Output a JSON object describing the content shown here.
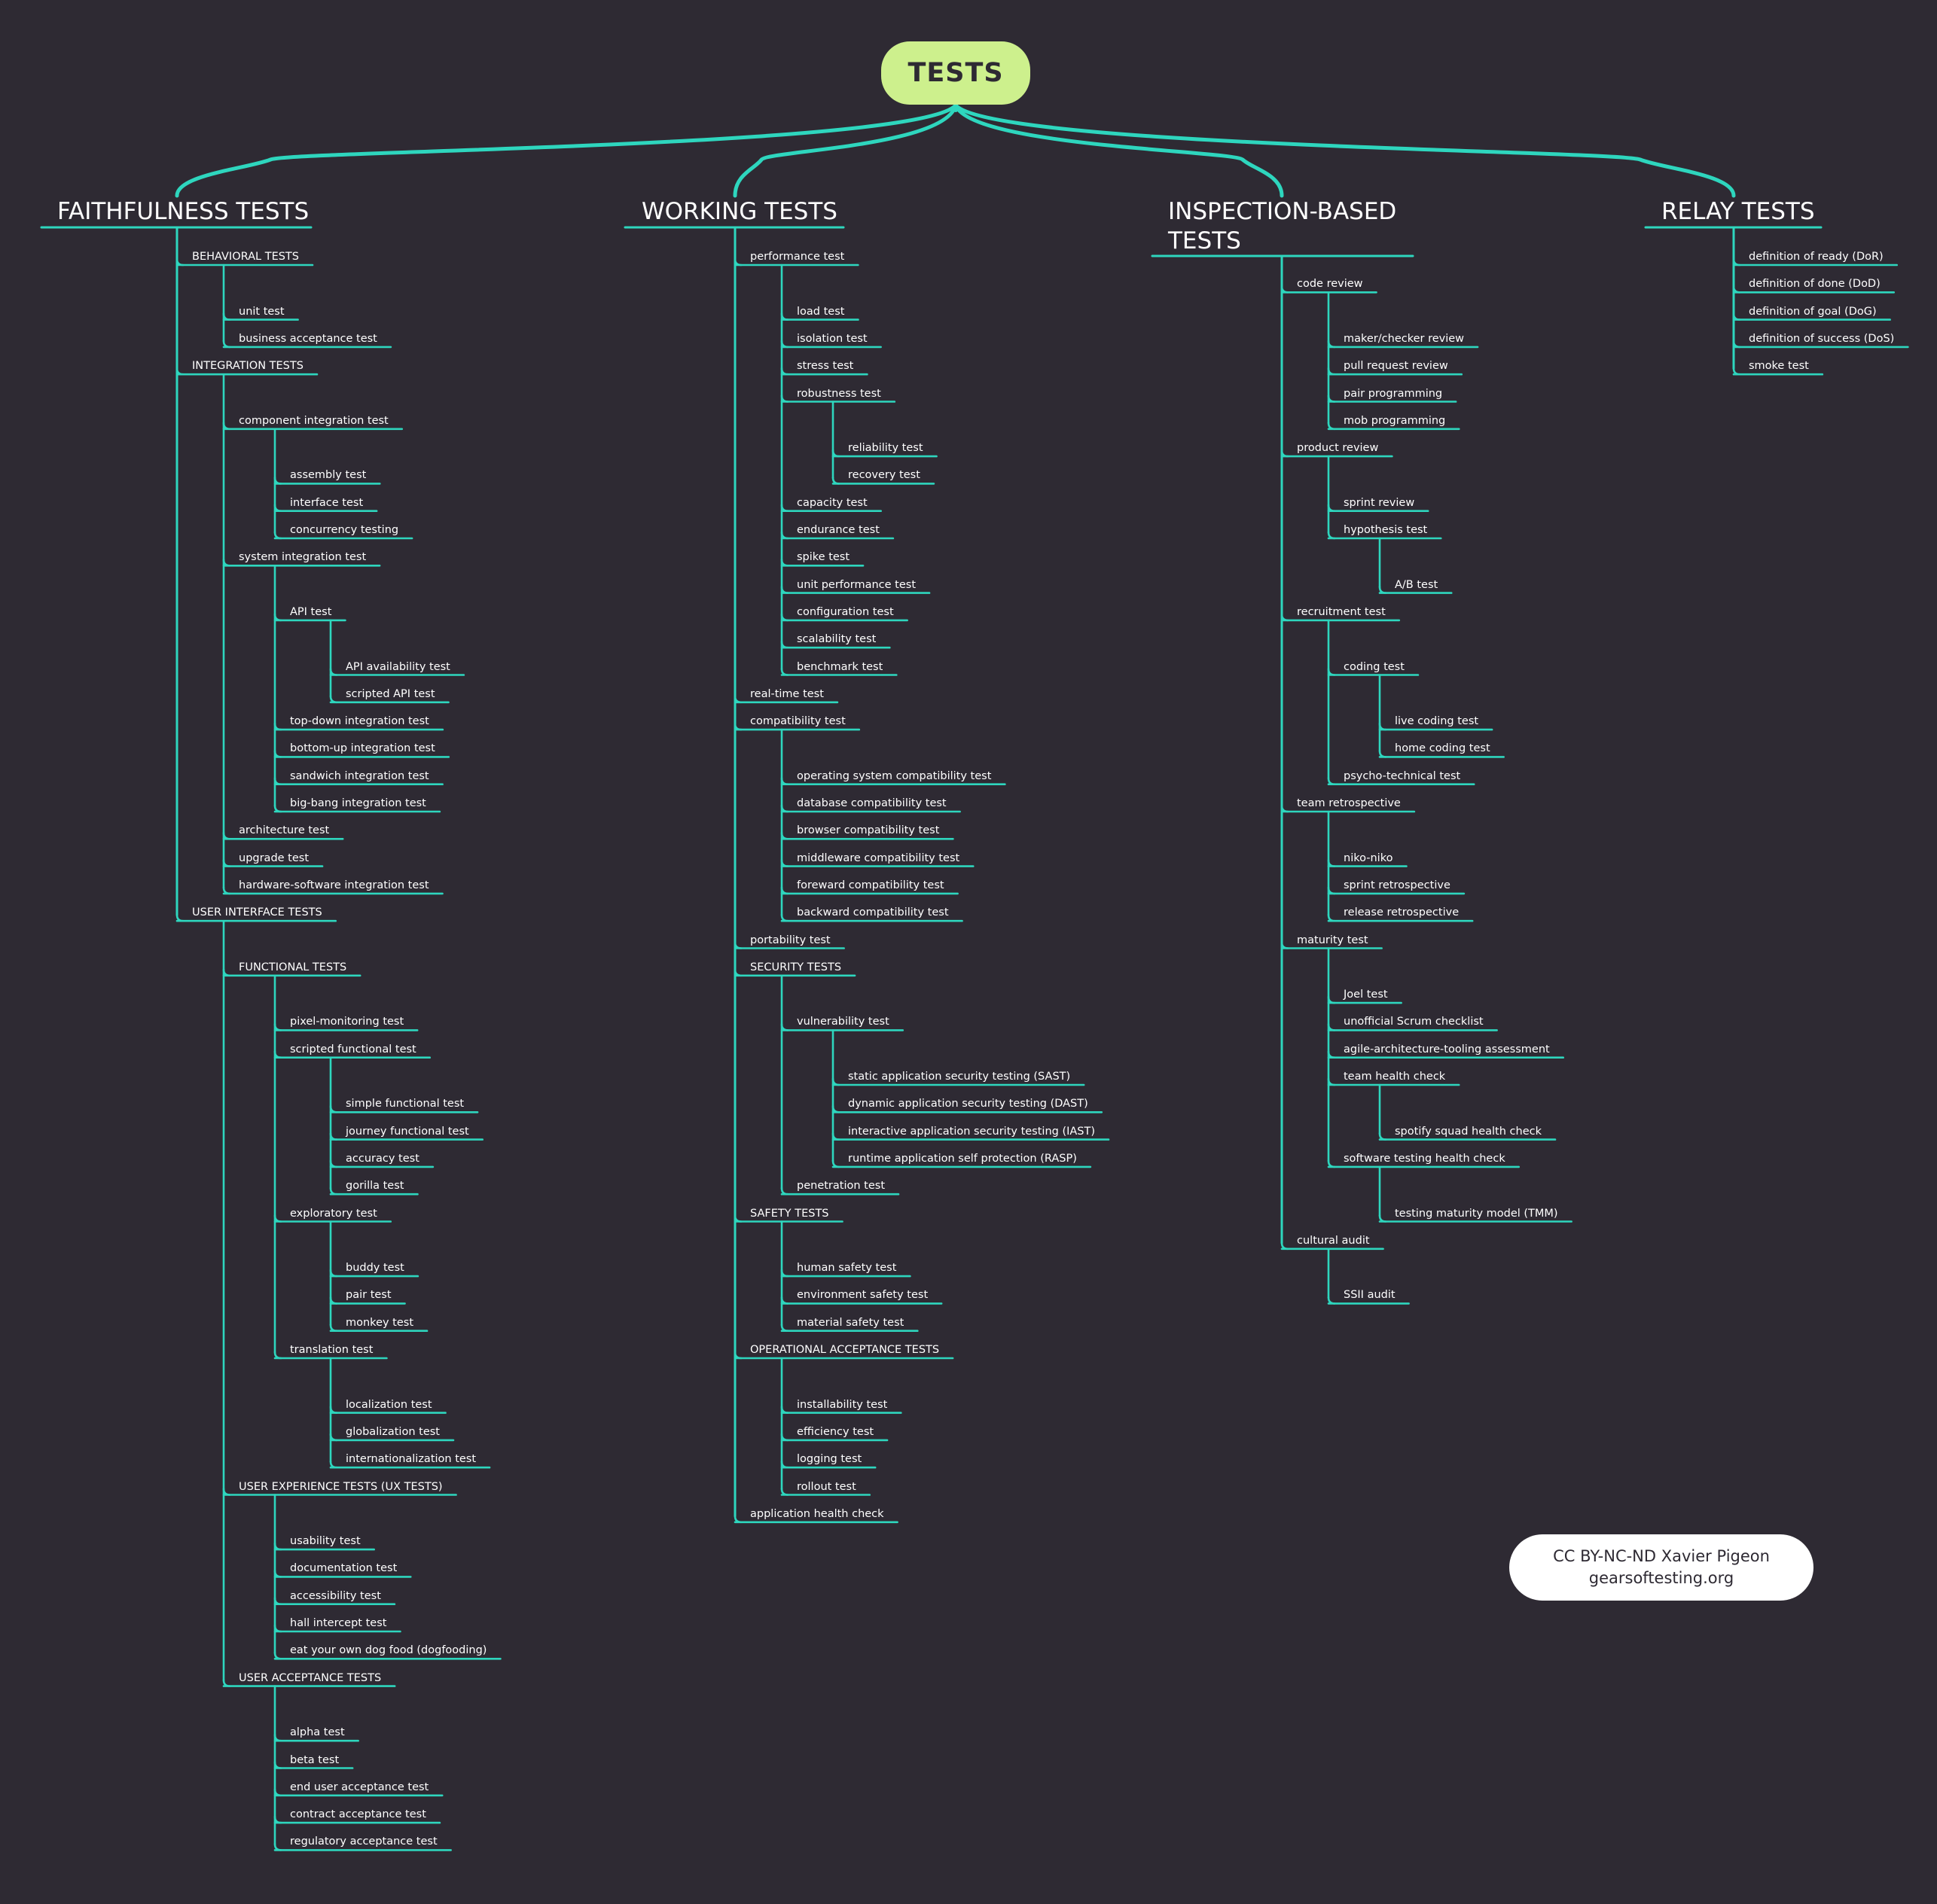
{
  "colors": {
    "background": "#2e2a33",
    "connector": "#2ed6be",
    "root_fill": "#cdf08d",
    "credit_fill": "#ffffff",
    "text": "#ffffff"
  },
  "root": {
    "label": "TESTS"
  },
  "credit": {
    "line1": "CC BY-NC-ND  Xavier Pigeon",
    "line2": "gearsoftesting.org"
  },
  "branches": [
    {
      "label": "FAITHFULNESS TESTS",
      "children": [
        {
          "label": "BEHAVIORAL TESTS",
          "children": [
            {
              "label": "unit test"
            },
            {
              "label": "business acceptance test"
            }
          ]
        },
        {
          "label": "INTEGRATION TESTS",
          "children": [
            {
              "label": "component integration test",
              "children": [
                {
                  "label": "assembly test"
                },
                {
                  "label": "interface test"
                },
                {
                  "label": "concurrency testing"
                }
              ]
            },
            {
              "label": "system integration test",
              "children": [
                {
                  "label": "API test",
                  "children": [
                    {
                      "label": "API availability test"
                    },
                    {
                      "label": "scripted API test"
                    }
                  ]
                },
                {
                  "label": "top-down integration test"
                },
                {
                  "label": "bottom-up integration test"
                },
                {
                  "label": "sandwich integration test"
                },
                {
                  "label": "big-bang integration test"
                }
              ]
            },
            {
              "label": "architecture test"
            },
            {
              "label": "upgrade test"
            },
            {
              "label": "hardware-software integration test"
            }
          ]
        },
        {
          "label": "USER INTERFACE TESTS",
          "children": [
            {
              "label": "FUNCTIONAL TESTS",
              "children": [
                {
                  "label": "pixel-monitoring test"
                },
                {
                  "label": "scripted functional test",
                  "children": [
                    {
                      "label": "simple functional test"
                    },
                    {
                      "label": "journey functional test"
                    },
                    {
                      "label": "accuracy test"
                    },
                    {
                      "label": "gorilla test"
                    }
                  ]
                },
                {
                  "label": "exploratory test",
                  "children": [
                    {
                      "label": "buddy test"
                    },
                    {
                      "label": "pair test"
                    },
                    {
                      "label": "monkey test"
                    }
                  ]
                },
                {
                  "label": "translation test",
                  "children": [
                    {
                      "label": "localization test"
                    },
                    {
                      "label": "globalization test"
                    },
                    {
                      "label": "internationalization test"
                    }
                  ]
                }
              ]
            },
            {
              "label": "USER EXPERIENCE TESTS (UX TESTS)",
              "children": [
                {
                  "label": "usability test"
                },
                {
                  "label": "documentation test"
                },
                {
                  "label": "accessibility test"
                },
                {
                  "label": "hall intercept test"
                },
                {
                  "label": "eat your own dog food (dogfooding)"
                }
              ]
            },
            {
              "label": "USER ACCEPTANCE TESTS",
              "children": [
                {
                  "label": "alpha test"
                },
                {
                  "label": "beta test"
                },
                {
                  "label": "end user acceptance test"
                },
                {
                  "label": "contract acceptance test"
                },
                {
                  "label": "regulatory acceptance test"
                }
              ]
            }
          ]
        }
      ]
    },
    {
      "label": "WORKING TESTS",
      "children": [
        {
          "label": "performance test",
          "children": [
            {
              "label": "load test"
            },
            {
              "label": "isolation test"
            },
            {
              "label": "stress test"
            },
            {
              "label": "robustness test",
              "children": [
                {
                  "label": "reliability test"
                },
                {
                  "label": "recovery test"
                }
              ]
            },
            {
              "label": "capacity test"
            },
            {
              "label": "endurance test"
            },
            {
              "label": "spike test"
            },
            {
              "label": "unit performance test"
            },
            {
              "label": "configuration test"
            },
            {
              "label": "scalability test"
            },
            {
              "label": "benchmark test"
            }
          ]
        },
        {
          "label": "real-time test"
        },
        {
          "label": "compatibility test",
          "children": [
            {
              "label": "operating system compatibility test"
            },
            {
              "label": "database  compatibility test"
            },
            {
              "label": "browser compatibility test"
            },
            {
              "label": "middleware  compatibility test"
            },
            {
              "label": "foreward compatibility test"
            },
            {
              "label": "backward compatibility test"
            }
          ]
        },
        {
          "label": "portability test"
        },
        {
          "label": "SECURITY TESTS",
          "children": [
            {
              "label": "vulnerability test",
              "children": [
                {
                  "label": "static application security testing (SAST)"
                },
                {
                  "label": "dynamic application security testing (DAST)"
                },
                {
                  "label": "interactive application security testing (IAST)"
                },
                {
                  "label": "runtime application self protection (RASP)"
                }
              ]
            },
            {
              "label": "penetration test"
            }
          ]
        },
        {
          "label": "SAFETY TESTS",
          "children": [
            {
              "label": "human safety test"
            },
            {
              "label": "environment safety test"
            },
            {
              "label": "material safety test"
            }
          ]
        },
        {
          "label": "OPERATIONAL ACCEPTANCE TESTS",
          "children": [
            {
              "label": "installability test"
            },
            {
              "label": "efficiency test"
            },
            {
              "label": "logging test"
            },
            {
              "label": "rollout test"
            }
          ]
        },
        {
          "label": "application health check"
        }
      ]
    },
    {
      "label": "INSPECTION-BASED\nTESTS",
      "children": [
        {
          "label": "code review",
          "children": [
            {
              "label": "maker/checker review"
            },
            {
              "label": "pull request review"
            },
            {
              "label": "pair programming"
            },
            {
              "label": "mob programming"
            }
          ]
        },
        {
          "label": "product review",
          "children": [
            {
              "label": "sprint review"
            },
            {
              "label": "hypothesis test",
              "children": [
                {
                  "label": "A/B test"
                }
              ]
            }
          ]
        },
        {
          "label": "recruitment test",
          "children": [
            {
              "label": "coding test",
              "children": [
                {
                  "label": "live coding test"
                },
                {
                  "label": "home coding test"
                }
              ]
            },
            {
              "label": "psycho-technical test"
            }
          ]
        },
        {
          "label": "team retrospective",
          "children": [
            {
              "label": "niko-niko"
            },
            {
              "label": "sprint retrospective"
            },
            {
              "label": "release retrospective"
            }
          ]
        },
        {
          "label": "maturity test",
          "children": [
            {
              "label": "Joel test"
            },
            {
              "label": "unofficial Scrum checklist"
            },
            {
              "label": "agile-architecture-tooling assessment"
            },
            {
              "label": "team health check",
              "children": [
                {
                  "label": "spotify squad health check"
                }
              ]
            },
            {
              "label": "software testing health check",
              "children": [
                {
                  "label": "testing maturity model (TMM)"
                }
              ]
            }
          ]
        },
        {
          "label": "cultural audit",
          "children": [
            {
              "label": "SSII audit"
            }
          ]
        }
      ]
    },
    {
      "label": "RELAY TESTS",
      "children": [
        {
          "label": "definition of ready (DoR)"
        },
        {
          "label": "definition of done (DoD)"
        },
        {
          "label": "definition of goal (DoG)"
        },
        {
          "label": "definition of success (DoS)"
        },
        {
          "label": "smoke test"
        }
      ]
    }
  ]
}
